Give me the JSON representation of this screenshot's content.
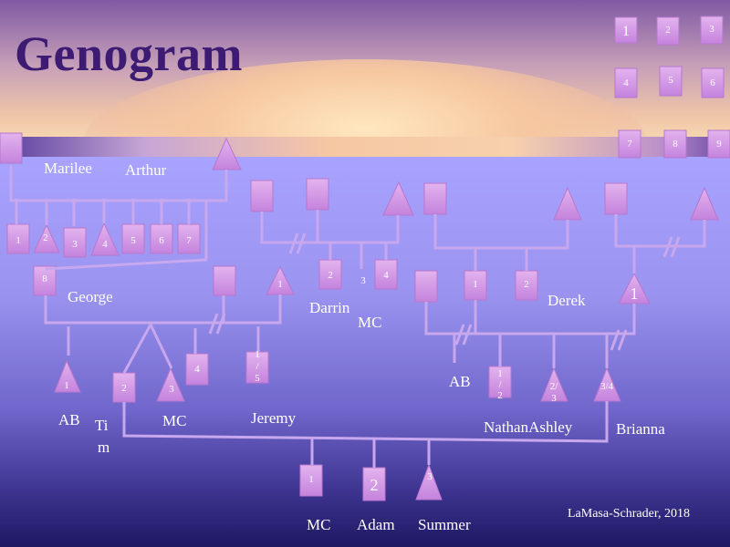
{
  "title": "Genogram",
  "credit": "LaMasa-Schrader, 2018",
  "legend_numbers": [
    "1",
    "2",
    "3",
    "4",
    "5",
    "6",
    "7",
    "8",
    "9"
  ],
  "names": {
    "marilee": "Marilee",
    "arthur": "Arthur",
    "george": "George",
    "darrin": "Darrin",
    "mc_darrin": "MC",
    "derek": "Derek",
    "ab_left": "AB",
    "tim_1": "Ti",
    "tim_2": "m",
    "mc_mid": "MC",
    "jeremy": "Jeremy",
    "ab_right": "AB",
    "nathan_ashley": "NathanAshley",
    "brianna": "Brianna",
    "mc_bottom": "MC",
    "adam": "Adam",
    "summer": "Summer"
  },
  "labels": {
    "c1": "1",
    "c2": "2",
    "c3": "3",
    "c4": "4",
    "c5": "5",
    "c6": "6",
    "c7": "7",
    "c8": "8",
    "p1": "1",
    "d2": "2",
    "d3": "3",
    "d4": "4",
    "r1": "1",
    "r2": "2",
    "r1b": "1",
    "g1": "1",
    "g2": "2",
    "g3": "3",
    "g4": "4",
    "g5a": "1",
    "g5b": "/",
    "g5c": "5",
    "n1a": "1",
    "n1b": "/",
    "n1c": "2",
    "n2a": "2/",
    "n2b": "3",
    "n3": "3/4",
    "b1": "1",
    "b2": "2",
    "b3": "3"
  }
}
